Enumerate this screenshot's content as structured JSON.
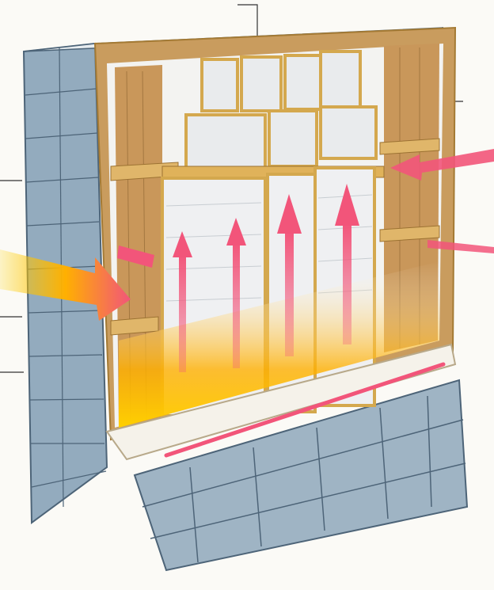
{
  "illustration": {
    "subject": "wall-cutaway-heat-flow",
    "colors": {
      "background": "#fbfaf6",
      "brick": "#8fa6b8",
      "brick_dark": "#5f7a90",
      "frame": "#d9b25a",
      "wood": "#c79a5c",
      "insulation": "#eef0f2",
      "flame": "#ffb400",
      "heat_arrow": "#f2557a"
    },
    "arrows": [
      {
        "direction": "in",
        "side": "left",
        "label": ""
      },
      {
        "direction": "in",
        "side": "right-upper",
        "label": ""
      },
      {
        "direction": "in",
        "side": "right-lower",
        "label": ""
      },
      {
        "direction": "up",
        "label": ""
      },
      {
        "direction": "up",
        "label": ""
      },
      {
        "direction": "up",
        "label": ""
      },
      {
        "direction": "up",
        "label": ""
      }
    ]
  }
}
